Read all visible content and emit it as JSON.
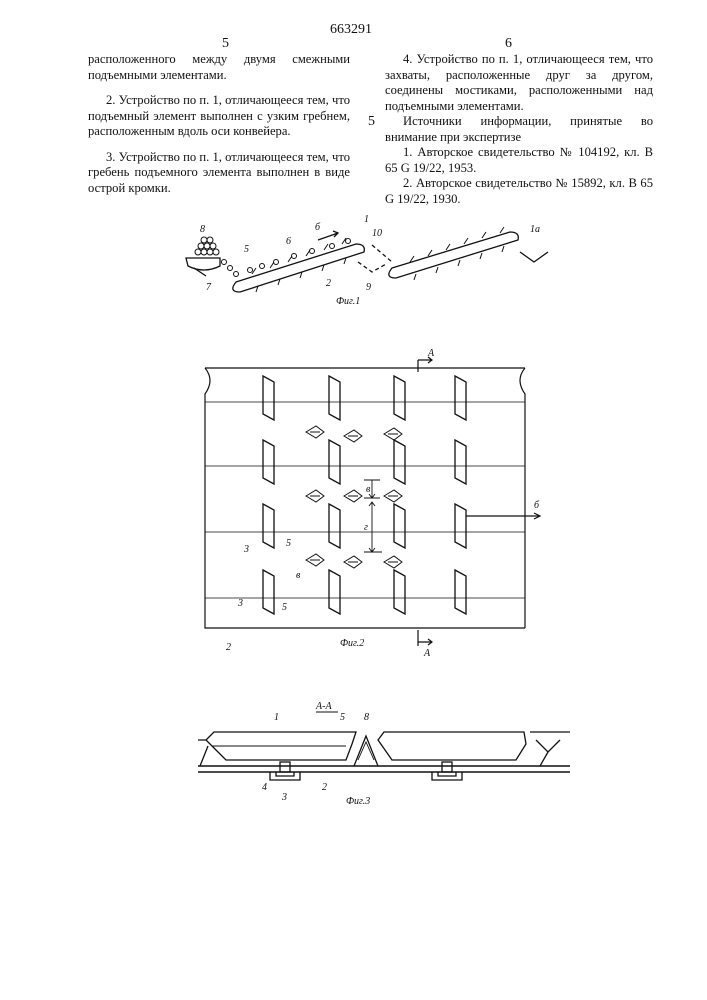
{
  "header": {
    "left_page": "5",
    "patent_number": "663291",
    "right_page": "6"
  },
  "left_column": [
    "расположенного между двумя смежными подъемными элементами.",
    "2. Устройство по п. 1, отличающееся тем, что подъемный элемент выполнен с узким гребнем, расположенным вдоль оси конвейера.",
    "3. Устройство по п. 1, отличающееся тем, что гребень подъемного элемента выполнен в виде острой кромки."
  ],
  "right_column": [
    "4. Устройство по п. 1, отличающееся тем, что захваты, расположенные друг за другом, соединены мостиками, расположенными над подъемными элементами.",
    "Источники информации, принятые во внимание при экспертизе",
    "1. Авторское свидетельство № 104192, кл. В 65 G 19/22, 1953.",
    "2. Авторское свидетельство № 15892, кл. В 65 G 19/22, 1930."
  ],
  "line_number": "5",
  "figures": {
    "fig1": {
      "caption": "Фиг.1",
      "labels": [
        "8",
        "7",
        "5",
        "6",
        "б",
        "2",
        "1",
        "10",
        "9",
        "1а"
      ]
    },
    "fig2": {
      "caption": "Фиг.2",
      "section_mark": "A",
      "labels": [
        "в",
        "г",
        "б",
        "3",
        "5",
        "в",
        "3",
        "5",
        "2"
      ]
    },
    "fig3": {
      "caption": "Фиг.3",
      "title": "А-А",
      "labels": [
        "1",
        "5",
        "8",
        "4",
        "3",
        "2"
      ]
    }
  }
}
